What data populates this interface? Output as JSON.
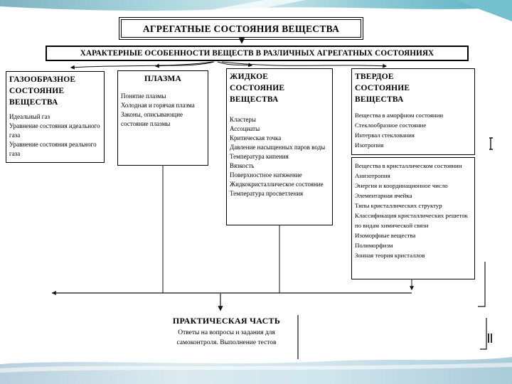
{
  "diagram": {
    "title": "АГРЕГАТНЫЕ СОСТОЯНИЯ ВЕЩЕСТВА",
    "subtitle": "ХАРАКТЕРНЫЕ ОСОБЕННОСТИ ВЕЩЕСТВ В РАЗЛИЧНЫХ АГРЕГАТНЫХ СОСТОЯНИЯХ"
  },
  "columns": [
    {
      "title": "ГАЗООБРАЗНОЕ СОСТОЯНИЕ ВЕЩЕСТВА",
      "items": [
        "Идеальный газ",
        "Уравнение состояния идеального газа",
        "Уравнение состояния реального газа"
      ]
    },
    {
      "title": "ПЛАЗМА",
      "items": [
        "Понятие плазмы",
        "Холодная и горячая плазма",
        "Законы, описывающие состояние плазмы"
      ]
    },
    {
      "title": "ЖИДКОЕ СОСТОЯНИЕ ВЕЩЕСТВА",
      "items": [
        "Кластеры",
        "Ассоциаты",
        "Критическая точка",
        "Давление насыщенных паров воды",
        "Температура кипения",
        "Вязкость",
        "Поверхностное натяжение",
        "Жидкокристаллическое состояние",
        "Температура просветления"
      ]
    },
    {
      "title": "ТВЕРДОЕ СОСТОЯНИЕ ВЕЩЕСТВА",
      "items": [
        "Вещества в аморфном состоянии",
        "Стеклообразное состояние",
        "Интервал стеклования",
        "Изотропия"
      ]
    }
  ],
  "solid_extra": {
    "items": [
      "Вещества в кристаллическом состоянии",
      "Анизотропия",
      "Энергия и координационное число",
      "Элементарная ячейка",
      "Типы кристаллических структур",
      "Классификация кристаллических решеток по видам химической связи",
      "Изоморфные вещества",
      "Полиморфизм",
      "Зонная теория кристаллов"
    ]
  },
  "practical": {
    "title": "ПРАКТИЧЕСКАЯ ЧАСТЬ",
    "text": "Ответы на вопросы и задания для самоконтроля. Выполнение тестов"
  },
  "colors": {
    "border": "#000000",
    "band_teal": "#7fb2c1",
    "band_teal_light": "#cde8ec",
    "band_teal_dark": "#58afc1",
    "bottom_band": "#b9cfdd",
    "bottom_band_light": "#dcebf1"
  }
}
